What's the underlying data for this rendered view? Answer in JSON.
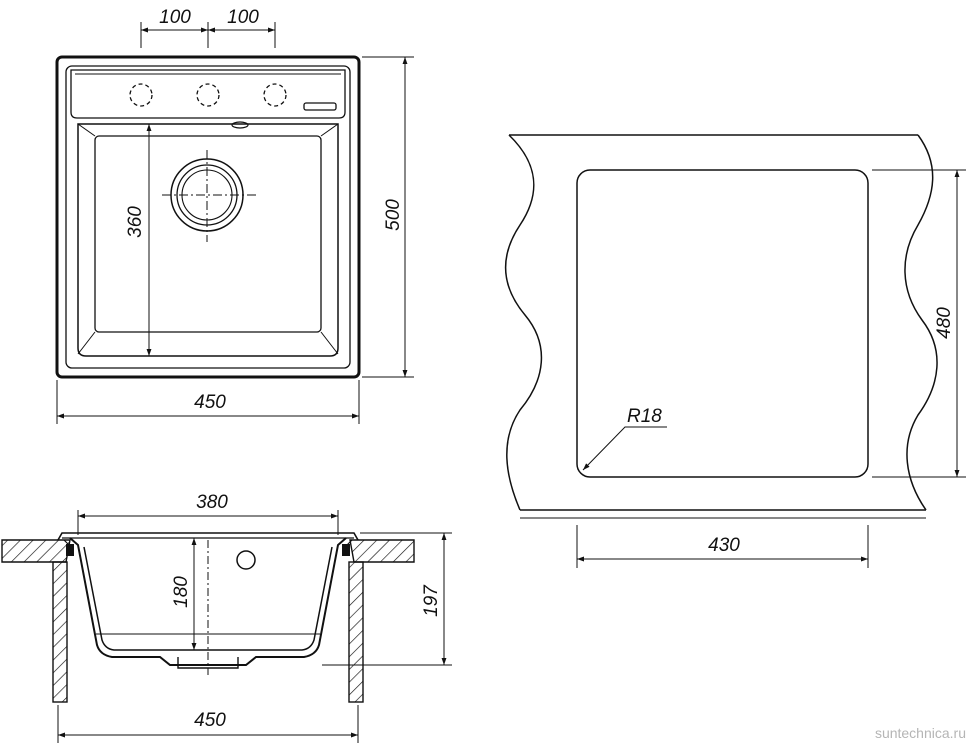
{
  "top_view": {
    "hole_spacing_left": "100",
    "hole_spacing_right": "100",
    "bowl_length": "360",
    "overall_length": "500",
    "overall_width": "450"
  },
  "cutout_view": {
    "cutout_length": "480",
    "corner_radius": "R18",
    "cutout_width": "430"
  },
  "section_view": {
    "bowl_width": "380",
    "bowl_depth": "180",
    "overall_depth": "197",
    "overall_width": "450"
  },
  "watermark": "suntechnica.ru"
}
